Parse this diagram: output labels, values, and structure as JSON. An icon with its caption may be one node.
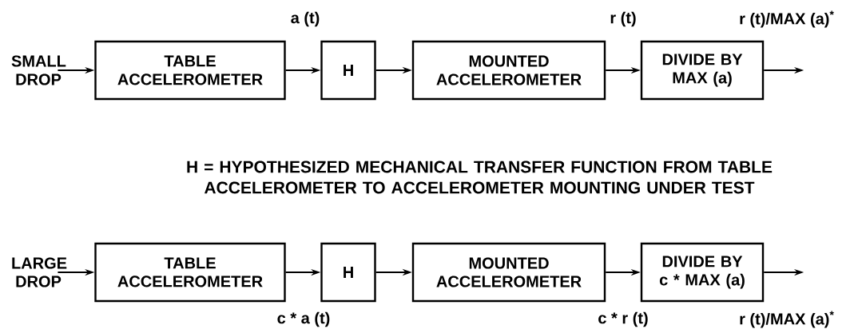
{
  "diagram": {
    "nodes": [
      {
        "text": [
          "SMALL DROP"
        ]
      },
      {
        "text": [
          "TABLE ACCELEROMETER"
        ]
      },
      {
        "text": [
          "H"
        ]
      },
      {
        "text": [
          "MOUNTED ACCELEROMETER"
        ]
      },
      {
        "text": [
          "DIVIDE BY MAX (a)"
        ]
      },
      {
        "text": [
          "LARGE DROP"
        ]
      },
      {
        "text": [
          "TABLE ACCELEROMETER"
        ]
      },
      {
        "text": [
          "H"
        ]
      },
      {
        "text": [
          "MOUNTED ACCELEROMETER"
        ]
      },
      {
        "text": [
          "DIVIDE BY c * MAX (a)"
        ]
      }
    ],
    "edges": [
      {
        "from": 0,
        "to": 1,
        "arrow": "to"
      },
      {
        "from": 1,
        "to": 2,
        "arrow": "to",
        "label": "a (t)"
      },
      {
        "from": 2,
        "to": 3,
        "arrow": "to"
      },
      {
        "from": 3,
        "to": 4,
        "arrow": "to",
        "label": "r (t)"
      },
      {
        "from": 4,
        "to": null,
        "arrow": "to",
        "label": "r (t)/MAX (a)$^{*}$"
      },
      {
        "from": 5,
        "to": 6,
        "arrow": "to"
      },
      {
        "from": 6,
        "to": 7,
        "arrow": "to",
        "label": "c * a (t)"
      },
      {
        "from": 7,
        "to": 8,
        "arrow": "to"
      },
      {
        "from": 8,
        "to": 9,
        "arrow": "to",
        "label": "c * r (t)"
      },
      {
        "from": 9,
        "to": null,
        "arrow": "to",
        "label": "r (t)/MAX (a)$^{*}$"
      }
    ],
    "labels": [
      "H = HYPOTHESIZED MECHANICAL TRANSFER FUNCTION FROM TABLE ACCELEROMETER TO ACCELEROMETER MOUNTING UNDER TEST"
    ]
  }
}
